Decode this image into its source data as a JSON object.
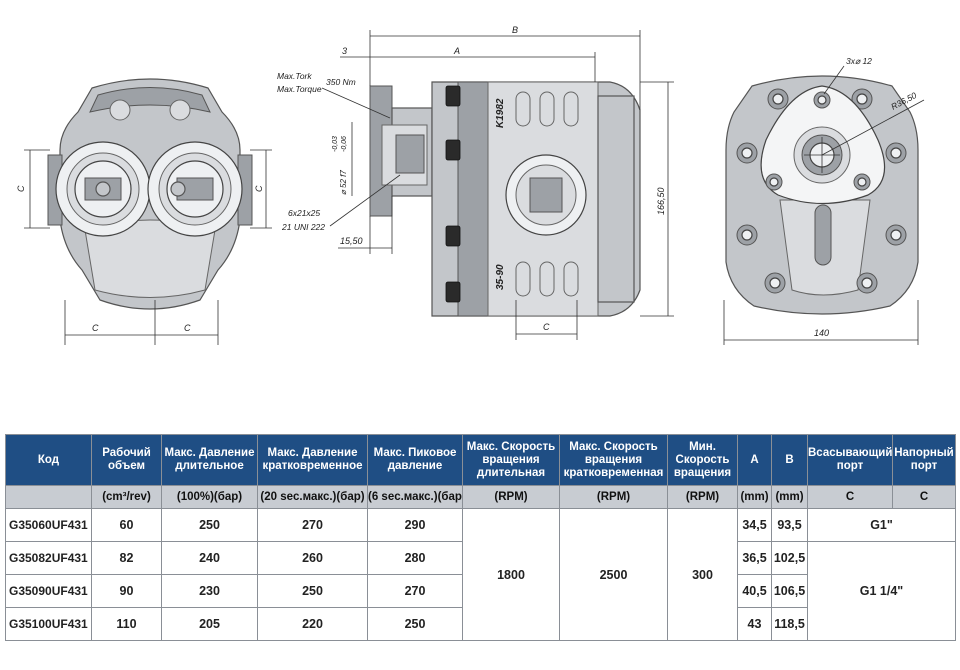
{
  "drawing_labels": {
    "dim_3": "3",
    "dim_a": "A",
    "dim_b": "B",
    "max_tork": "Max.Tork",
    "max_torque": "Max.Torque",
    "torque_value": "350 Nm",
    "shaft_tol_upper": "-0,03",
    "shaft_tol_lower": "-0,06",
    "shaft_diameter": "⌀ 52 f7",
    "spline_spec": "6x21x25",
    "spline_standard": "21 UNI 222",
    "dim_15_50": "15,50",
    "dim_166_50": "166,50",
    "dim_c": "C",
    "model_k1982": "K1982",
    "model_35_90": "35-90",
    "holes_3x12": "3x⌀ 12",
    "radius_r36_50": "R36,50",
    "dim_140": "140"
  },
  "table": {
    "headers": [
      "Код",
      "Рабочий объем",
      "Макс. Давление длительное",
      "Макс. Давление кратковременное",
      "Макс. Пиковое давление",
      "Макс. Скорость вращения длительная",
      "Макс. Скорость вращения кратковременная",
      "Мин. Скорость вращения",
      "A",
      "B",
      "Всасывающий порт",
      "Напорный порт"
    ],
    "units": [
      "",
      "(cm³/rev)",
      "(100%)(бар)",
      "(20 sec.макс.)(бар)",
      "(6 sec.макс.)(бар)",
      "(RPM)",
      "(RPM)",
      "(RPM)",
      "(mm)",
      "(mm)",
      "C",
      "C"
    ],
    "rows": [
      {
        "code": "G35060UF431",
        "volume": "60",
        "p_cont": "250",
        "p_short": "270",
        "p_peak": "290",
        "a": "34,5",
        "b": "93,5"
      },
      {
        "code": "G35082UF431",
        "volume": "82",
        "p_cont": "240",
        "p_short": "260",
        "p_peak": "280",
        "a": "36,5",
        "b": "102,5"
      },
      {
        "code": "G35090UF431",
        "volume": "90",
        "p_cont": "230",
        "p_short": "250",
        "p_peak": "270",
        "a": "40,5",
        "b": "106,5"
      },
      {
        "code": "G35100UF431",
        "volume": "110",
        "p_cont": "205",
        "p_short": "220",
        "p_peak": "250",
        "a": "43",
        "b": "118,5"
      }
    ],
    "merged": {
      "speed_cont": "1800",
      "speed_short": "2500",
      "speed_min": "300",
      "port_small": "G1\"",
      "port_large": "G1 1/4\""
    }
  }
}
